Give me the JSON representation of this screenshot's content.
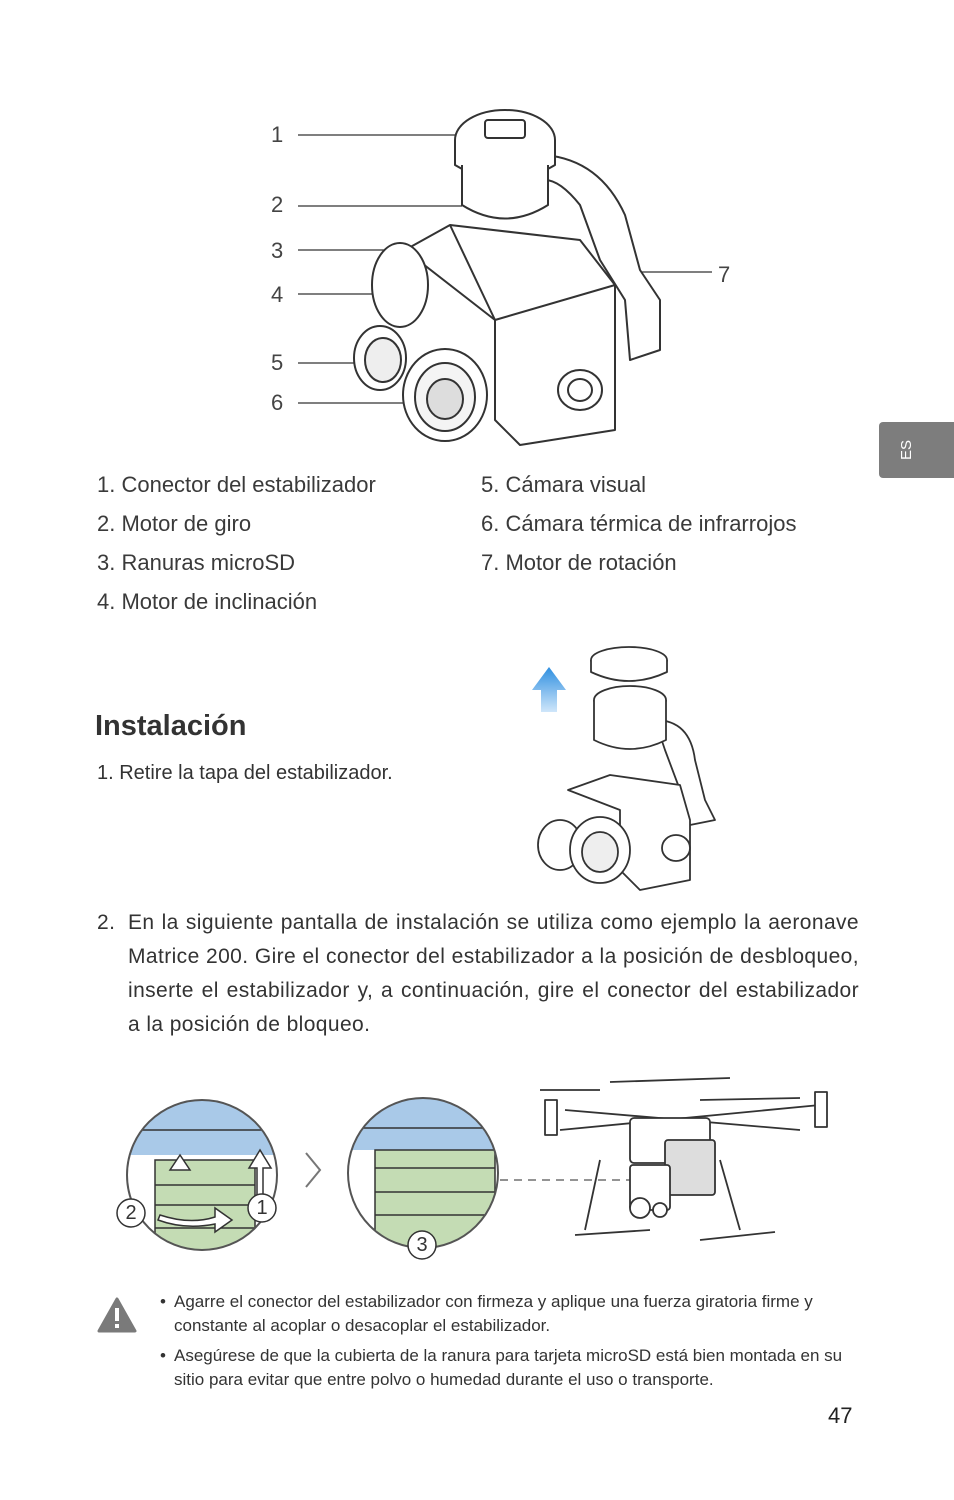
{
  "callouts": [
    "1",
    "2",
    "3",
    "4",
    "5",
    "6",
    "7"
  ],
  "parts": {
    "left": [
      "1. Conector del estabilizador",
      "2. Motor de giro",
      "3. Ranuras microSD",
      "4. Motor de inclinación"
    ],
    "right": [
      "5. Cámara visual",
      "6. Cámara térmica de infrarrojos",
      "7. Motor de rotación"
    ]
  },
  "side_tab": "ES",
  "section_title": "Instalación",
  "step1": "1. Retire la tapa del estabilizador.",
  "step2": {
    "number": "2.",
    "text": "En la siguiente pantalla de instalación se utiliza como ejemplo la aeronave Matrice 200. Gire el conector del estabilizador a la posición de desbloqueo, inserte el estabilizador y, a continuación, gire el conector del estabilizador a la posición de bloqueo."
  },
  "diagram_steps": [
    "2",
    "1",
    "3"
  ],
  "notes": [
    "Agarre el conector del estabilizador con firmeza y aplique una fuerza giratoria firme y constante al acoplar o desacoplar el estabilizador.",
    "Asegúrese de que la cubierta de la ranura para tarjeta microSD está bien montada en su sitio para evitar que entre polvo o humedad durante el uso o transporte."
  ],
  "page_number": "47",
  "colors": {
    "tab": "#7d7d7d",
    "arrow_blue": "#2f8fe0",
    "mount_blue": "#a9c9e8",
    "connector_green": "#c4dcb4"
  }
}
